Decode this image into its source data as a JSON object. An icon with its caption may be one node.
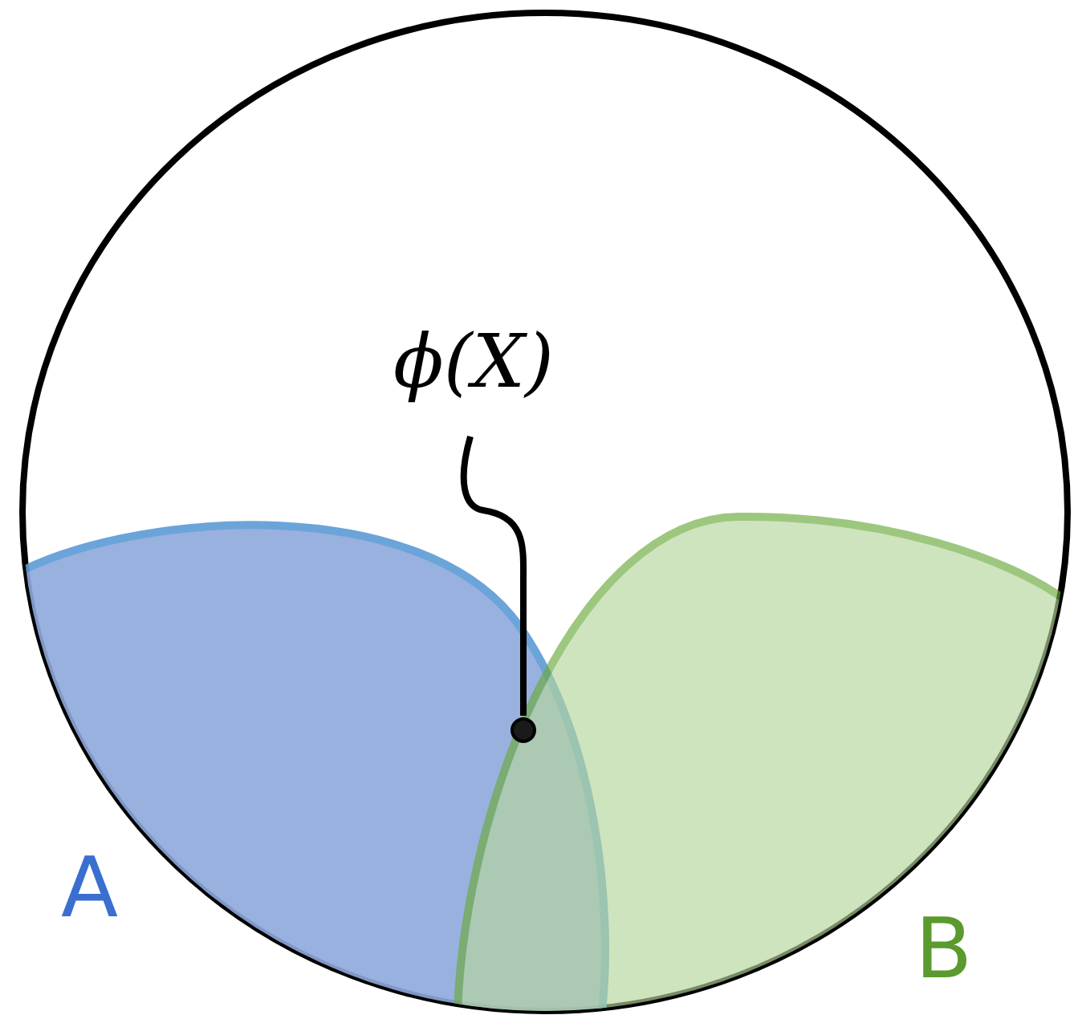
{
  "diagram": {
    "nodes": [
      {
        "text": [],
        "shape": "circle"
      },
      {
        "text": [
          "A"
        ],
        "in": 0
      },
      {
        "text": [
          "B"
        ],
        "in": 0
      },
      {
        "text": [
          "ϕ(X)"
        ],
        "in": 0
      },
      {
        "text": [],
        "shape": "circle"
      }
    ],
    "edges": [
      {
        "from": 3,
        "to": 4,
        "arrow": "none"
      }
    ]
  }
}
